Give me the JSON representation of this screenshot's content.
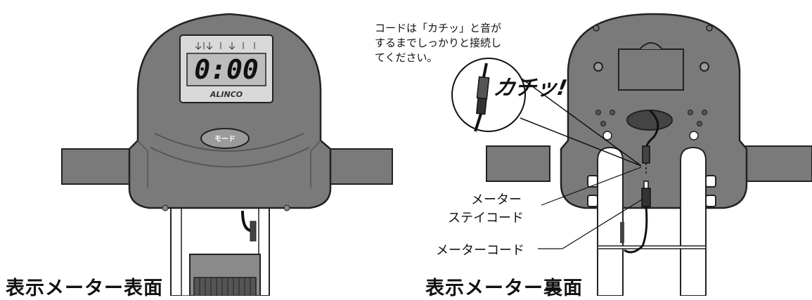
{
  "front": {
    "caption": "表示メーター表面",
    "display_value": "0:00",
    "brand": "ALINCO",
    "mode_button": "モード"
  },
  "back": {
    "caption": "表示メーター裏面",
    "note": "コードは「カチッ」と音がするまでしっかりと接続してください。",
    "sound": "カチッ!",
    "label_stay_line1": "メーター",
    "label_stay_line2": "ステイコード",
    "label_meter_cord": "メーターコード"
  },
  "colors": {
    "body": "#7a7a7a",
    "body_dark": "#555555",
    "outline": "#222222",
    "lcd": "#bdbdbd",
    "panel": "#d9d9d9"
  }
}
